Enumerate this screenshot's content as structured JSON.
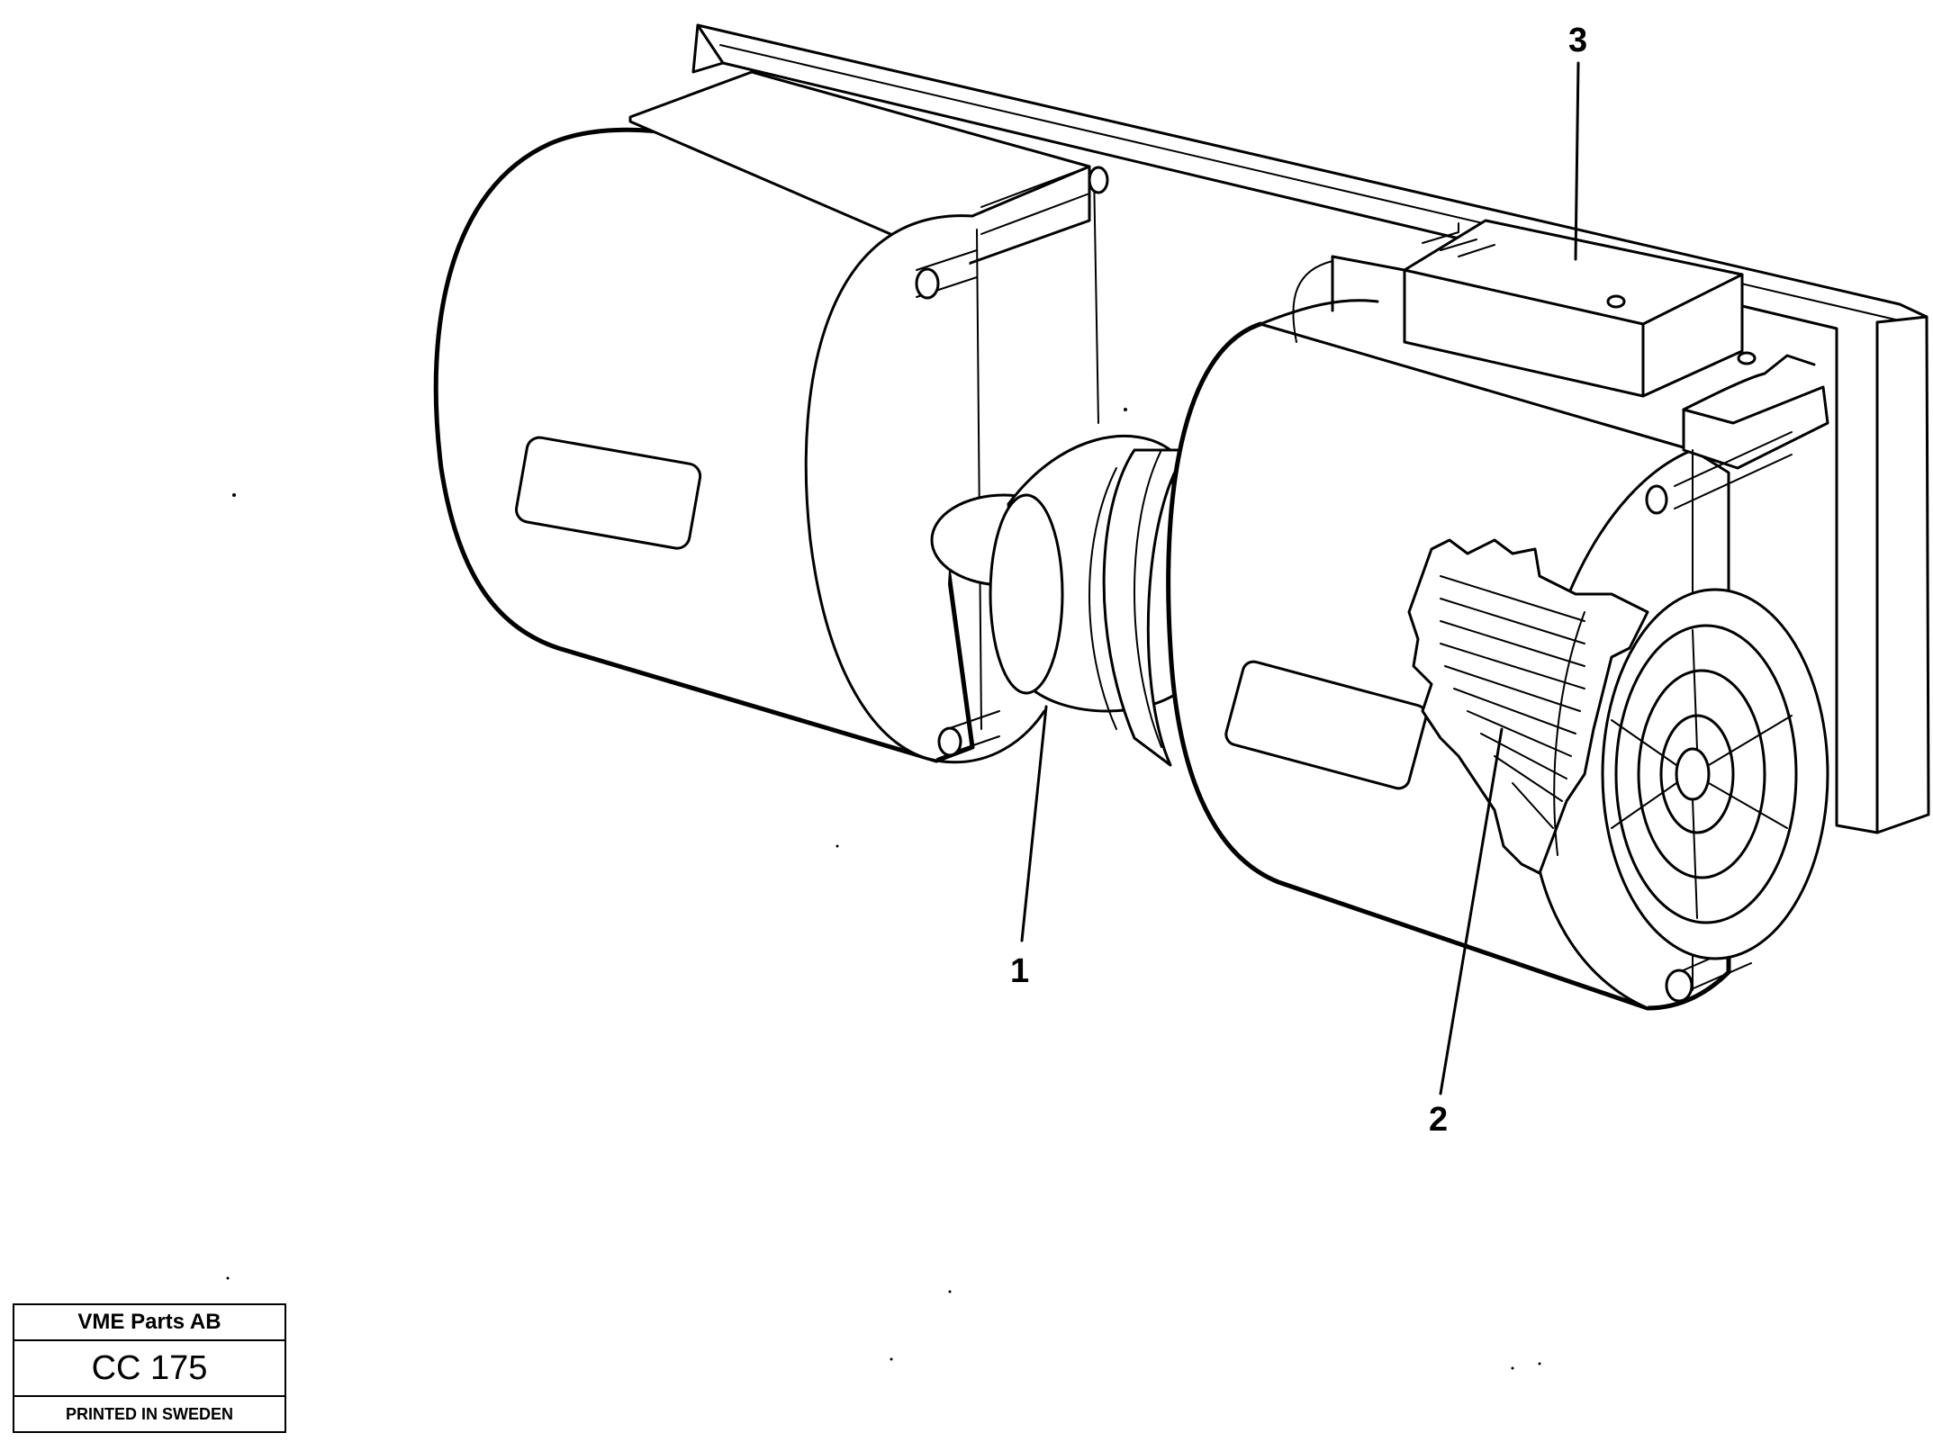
{
  "callouts": {
    "part_1": "1",
    "part_2": "2",
    "part_3": "3"
  },
  "title_block": {
    "company": "VME Parts AB",
    "code": "CC 175",
    "printed": "PRINTED IN SWEDEN"
  }
}
